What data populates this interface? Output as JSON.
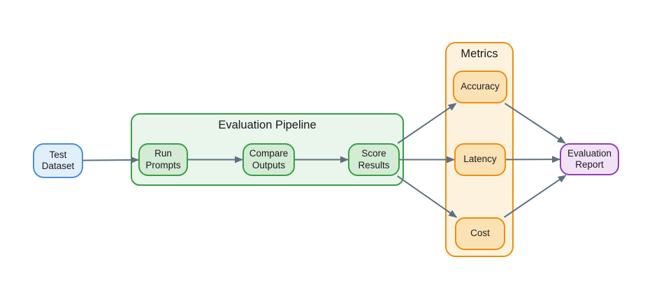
{
  "diagram": {
    "groups": {
      "pipeline": {
        "label": "Evaluation Pipeline"
      },
      "metrics": {
        "label": "Metrics"
      }
    },
    "nodes": {
      "test_dataset": {
        "label": "Test Dataset",
        "color": "blue"
      },
      "run_prompts": {
        "label": "Run Prompts",
        "color": "green"
      },
      "compare_outputs": {
        "label": "Compare Outputs",
        "color": "green"
      },
      "score_results": {
        "label": "Score Results",
        "color": "green"
      },
      "accuracy": {
        "label": "Accuracy",
        "color": "orange"
      },
      "latency": {
        "label": "Latency",
        "color": "orange"
      },
      "cost": {
        "label": "Cost",
        "color": "orange"
      },
      "report": {
        "label": "Evaluation Report",
        "color": "purple"
      }
    },
    "edges": [
      {
        "from": "test_dataset",
        "to": "run_prompts"
      },
      {
        "from": "run_prompts",
        "to": "compare_outputs"
      },
      {
        "from": "compare_outputs",
        "to": "score_results"
      },
      {
        "from": "score_results",
        "to": "accuracy"
      },
      {
        "from": "score_results",
        "to": "latency"
      },
      {
        "from": "score_results",
        "to": "cost"
      },
      {
        "from": "accuracy",
        "to": "report"
      },
      {
        "from": "latency",
        "to": "report"
      },
      {
        "from": "cost",
        "to": "report"
      }
    ]
  },
  "palette": {
    "blue_fill": "#e1effb",
    "blue_stroke": "#4a90d2",
    "green_group_fill": "#eaf5eb",
    "green_node_fill": "#d4ebd5",
    "green_stroke": "#379f46",
    "orange_group_fill": "#fdf2de",
    "orange_node_fill": "#fbe2b5",
    "orange_stroke": "#ee8e0d",
    "purple_fill": "#f2e2f8",
    "purple_stroke": "#8e3fae",
    "arrow_color": "#5b7282",
    "text_color": "#1a1a1a",
    "bg_color": "#ffffff"
  }
}
